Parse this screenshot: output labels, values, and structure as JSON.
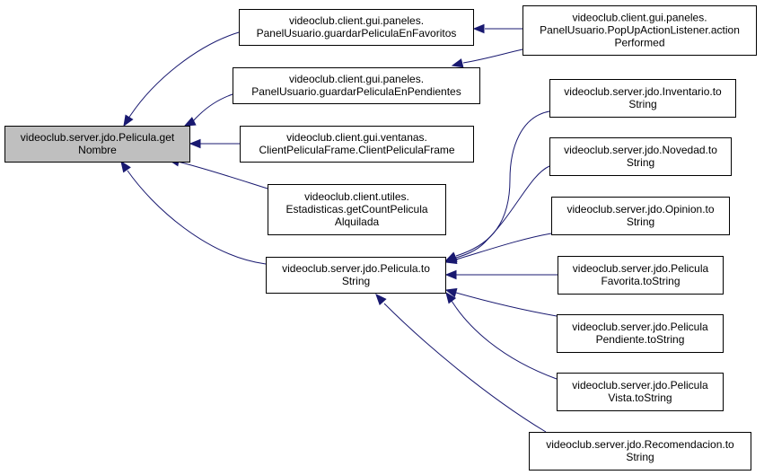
{
  "colors": {
    "edge": "#191970",
    "node_fill": "#ffffff",
    "focus_fill": "#bfbfbf",
    "node_stroke": "#000000",
    "text": "#000000"
  },
  "nodes": [
    {
      "id": "getNombre",
      "lines": [
        "videoclub.server.jdo.Pelicula.get",
        "Nombre"
      ],
      "focus": true
    },
    {
      "id": "guardarFav",
      "lines": [
        "videoclub.client.gui.paneles.",
        "PanelUsuario.guardarPeliculaEnFavoritos"
      ]
    },
    {
      "id": "popup",
      "lines": [
        "videoclub.client.gui.paneles.",
        "PanelUsuario.PopUpActionListener.action",
        "Performed"
      ]
    },
    {
      "id": "guardarPend",
      "lines": [
        "videoclub.client.gui.paneles.",
        "PanelUsuario.guardarPeliculaEnPendientes"
      ]
    },
    {
      "id": "clientFrame",
      "lines": [
        "videoclub.client.gui.ventanas.",
        "ClientPeliculaFrame.ClientPeliculaFrame"
      ]
    },
    {
      "id": "estadisticas",
      "lines": [
        "videoclub.client.utiles.",
        "Estadisticas.getCountPelicula",
        "Alquilada"
      ]
    },
    {
      "id": "peliculaToString",
      "lines": [
        "videoclub.server.jdo.Pelicula.to",
        "String"
      ]
    },
    {
      "id": "inventario",
      "lines": [
        "videoclub.server.jdo.Inventario.to",
        "String"
      ]
    },
    {
      "id": "novedad",
      "lines": [
        "videoclub.server.jdo.Novedad.to",
        "String"
      ]
    },
    {
      "id": "opinion",
      "lines": [
        "videoclub.server.jdo.Opinion.to",
        "String"
      ]
    },
    {
      "id": "favorita",
      "lines": [
        "videoclub.server.jdo.Pelicula",
        "Favorita.toString"
      ]
    },
    {
      "id": "pendiente",
      "lines": [
        "videoclub.server.jdo.Pelicula",
        "Pendiente.toString"
      ]
    },
    {
      "id": "vista",
      "lines": [
        "videoclub.server.jdo.Pelicula",
        "Vista.toString"
      ]
    },
    {
      "id": "recomendacion",
      "lines": [
        "videoclub.server.jdo.Recomendacion.to",
        "String"
      ]
    }
  ],
  "edges": [
    {
      "from": "guardarFav",
      "to": "getNombre"
    },
    {
      "from": "guardarPend",
      "to": "getNombre"
    },
    {
      "from": "clientFrame",
      "to": "getNombre"
    },
    {
      "from": "estadisticas",
      "to": "getNombre"
    },
    {
      "from": "peliculaToString",
      "to": "getNombre"
    },
    {
      "from": "popup",
      "to": "guardarFav"
    },
    {
      "from": "popup",
      "to": "guardarPend"
    },
    {
      "from": "inventario",
      "to": "peliculaToString"
    },
    {
      "from": "novedad",
      "to": "peliculaToString"
    },
    {
      "from": "opinion",
      "to": "peliculaToString"
    },
    {
      "from": "favorita",
      "to": "peliculaToString"
    },
    {
      "from": "pendiente",
      "to": "peliculaToString"
    },
    {
      "from": "vista",
      "to": "peliculaToString"
    },
    {
      "from": "recomendacion",
      "to": "peliculaToString"
    }
  ]
}
